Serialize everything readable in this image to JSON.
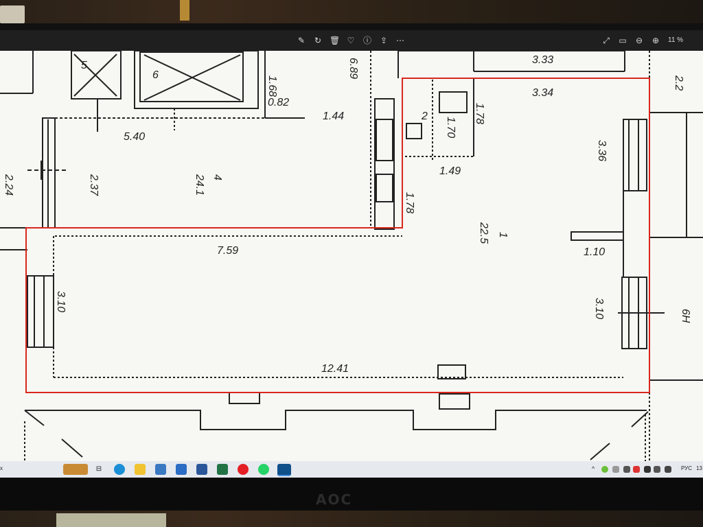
{
  "monitor": {
    "brand": "AOC"
  },
  "viewer": {
    "zoom_label": "11 %"
  },
  "toolbar": {
    "left_icons": [
      "edit-icon",
      "rotate-icon",
      "delete-icon",
      "favorite-icon",
      "info-icon",
      "share-icon",
      "more-icon"
    ],
    "right_icons": [
      "expand-icon",
      "fit-icon",
      "zoom-out-icon",
      "zoom-in-icon"
    ]
  },
  "plan": {
    "dimensions": [
      "1.68",
      "0.82",
      "6.89",
      "1.44",
      "3.33",
      "3.34",
      "2.2",
      "5.40",
      "2.37",
      "24.1",
      "2.24",
      "1.78",
      "1.70",
      "2",
      "1.49",
      "1.78",
      "3.36",
      "7.59",
      "22.5",
      "1.10",
      "3.10",
      "3.10",
      "12.41",
      "6H",
      "5",
      "6",
      "4",
      "1"
    ],
    "highlight_color": "#d9261c"
  },
  "taskbar": {
    "apps": [
      "start-icon",
      "edge-icon",
      "file-explorer-icon",
      "store-icon",
      "mail-icon",
      "word-icon",
      "excel-icon",
      "yandex-browser-icon",
      "whatsapp-icon",
      "photos-icon"
    ],
    "language": "РУС",
    "clock_partial": "13"
  }
}
